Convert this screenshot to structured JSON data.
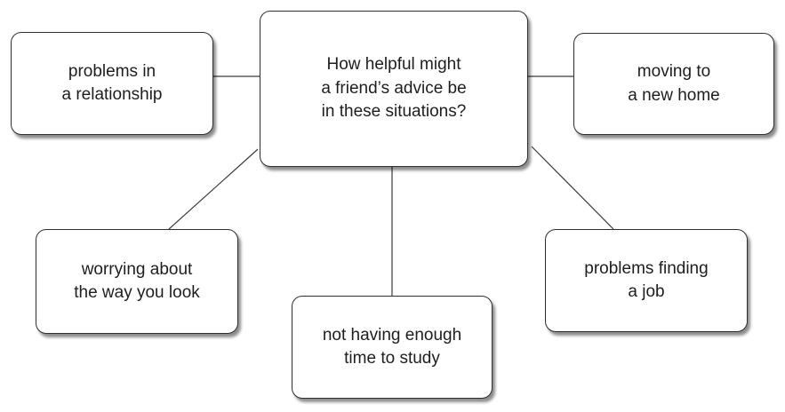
{
  "center": {
    "lines": [
      "How helpful might",
      "a friend’s advice be",
      "in these situations?"
    ]
  },
  "situations": [
    {
      "lines": [
        "problems in",
        "a relationship"
      ]
    },
    {
      "lines": [
        "moving to",
        "a new home"
      ]
    },
    {
      "lines": [
        "worrying about",
        "the way you look"
      ]
    },
    {
      "lines": [
        "not having enough",
        "time to study"
      ]
    },
    {
      "lines": [
        "problems finding",
        "a job"
      ]
    }
  ],
  "colors": {
    "border": "#2e2e2e",
    "text": "#1e1e1e",
    "background": "#ffffff"
  }
}
